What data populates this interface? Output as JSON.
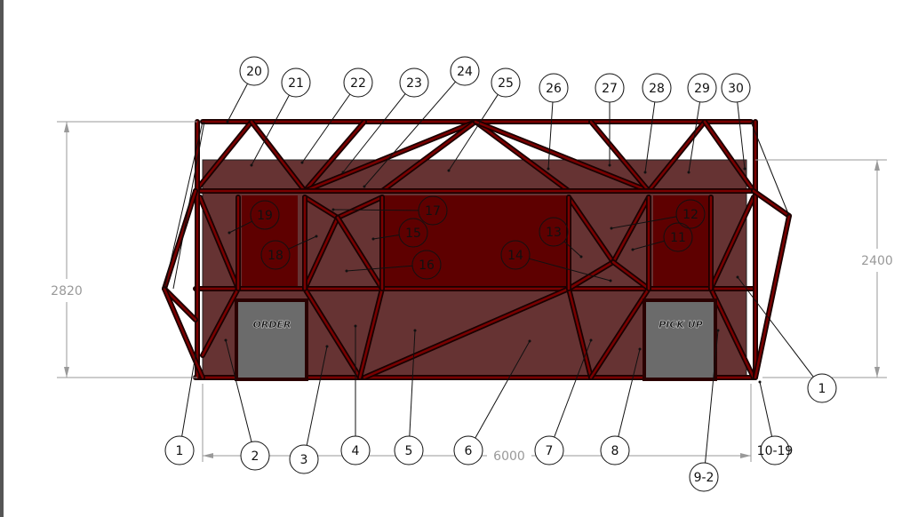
{
  "drawing": {
    "dimensions": {
      "overall_height": "2820",
      "panel_height": "2400",
      "width": "6000"
    },
    "door_labels": {
      "order": "ORDER",
      "pickup": "PICK UP"
    },
    "balloons": [
      "20",
      "21",
      "22",
      "23",
      "24",
      "25",
      "26",
      "27",
      "28",
      "29",
      "30",
      "19",
      "18",
      "17",
      "15",
      "16",
      "14",
      "13",
      "12",
      "11",
      "1",
      "2",
      "3",
      "4",
      "5",
      "6",
      "7",
      "8",
      "9-2",
      "10-19",
      "1"
    ],
    "colors": {
      "panel": "#663333",
      "window": "#5e0000",
      "frame": "#7a0000",
      "door": "#6b6b6b",
      "dimension": "#999999"
    }
  }
}
